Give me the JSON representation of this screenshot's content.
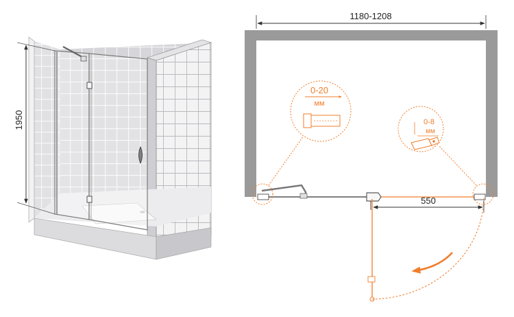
{
  "dimensions": {
    "height": "1950",
    "width": "1180-1208",
    "door": "550"
  },
  "callouts": {
    "wall_adjust": {
      "value": "0-20",
      "unit": "мм"
    },
    "hinge_adjust": {
      "value": "0-8",
      "unit": "мм"
    }
  },
  "colors": {
    "accent": "#f07d2a",
    "wall": "#9a9a9a",
    "line": "#444444",
    "tile": "#d9d9dc",
    "tile_grout": "#f4f4f4"
  }
}
